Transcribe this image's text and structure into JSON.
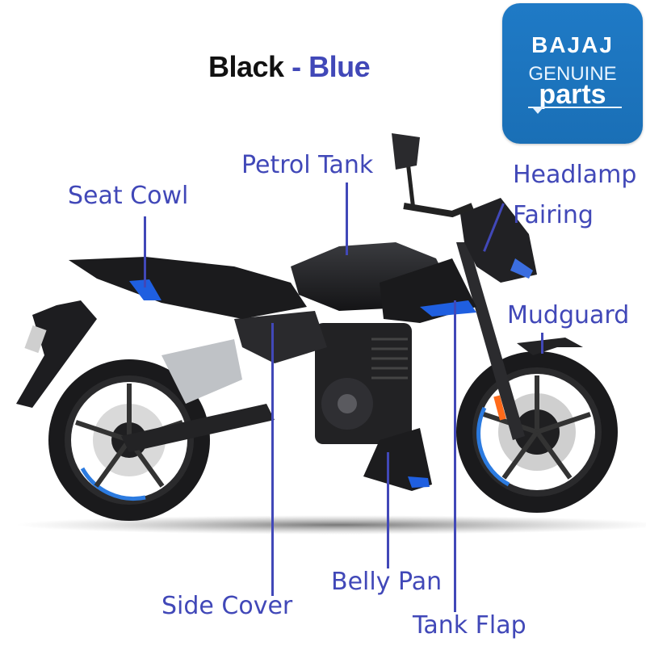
{
  "title": {
    "primary_color": "Black",
    "separator": " - ",
    "secondary_color": "Blue"
  },
  "logo": {
    "brand": "BAJAJ",
    "line1": "GENUINE",
    "line2": "parts",
    "background": "#1f7ac6"
  },
  "labels": {
    "seat_cowl": "Seat Cowl",
    "petrol_tank": "Petrol Tank",
    "headlamp": "Headlamp",
    "fairing": "Fairing",
    "mudguard": "Mudguard",
    "side_cover": "Side Cover",
    "belly_pan": "Belly Pan",
    "tank_flap": "Tank Flap"
  },
  "colors": {
    "label_text": "#4148b8",
    "accent_blue": "#1f5fe0",
    "body_black": "#1c1c1e"
  }
}
